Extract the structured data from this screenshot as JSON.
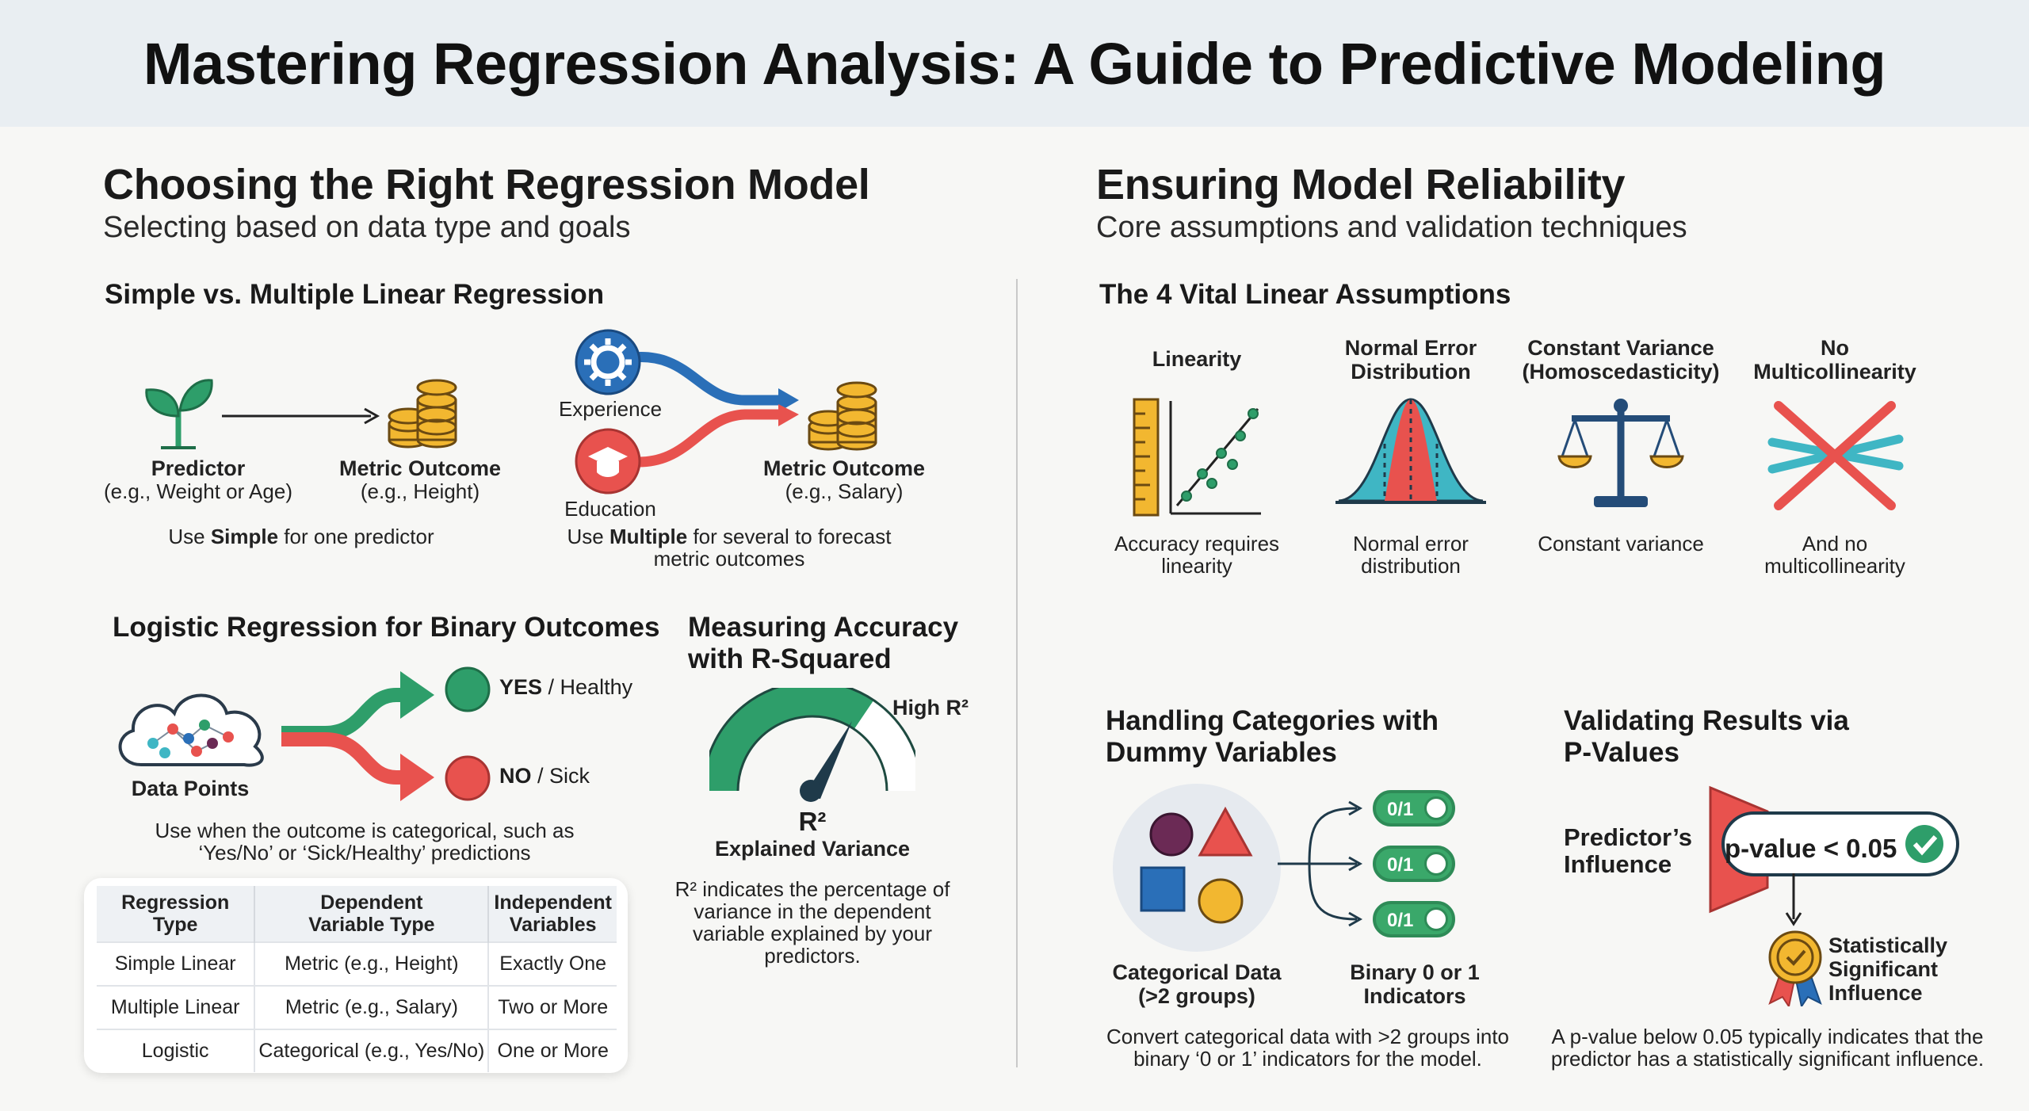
{
  "title": "Mastering Regression Analysis: A Guide to Predictive Modeling",
  "left": {
    "heading": "Choosing the Right Regression Model",
    "subheading": "Selecting based on data type and goals",
    "simple_multiple": {
      "heading": "Simple vs. Multiple Linear Regression",
      "predictor_label": "Predictor",
      "predictor_example": "(e.g., Weight or Age)",
      "outcome_label": "Metric Outcome",
      "outcome_example": "(e.g., Height)",
      "simple_caption_pre": "Use ",
      "simple_caption_bold": "Simple",
      "simple_caption_post": " for one predictor",
      "experience_label": "Experience",
      "education_label": "Education",
      "outcome2_label": "Metric Outcome",
      "outcome2_example": "(e.g., Salary)",
      "multiple_caption_pre": "Use ",
      "multiple_caption_bold": "Multiple",
      "multiple_caption_post": " for several to forecast",
      "multiple_caption_line2": "metric outcomes"
    },
    "logistic": {
      "heading": "Logistic Regression for Binary Outcomes",
      "data_points_label": "Data Points",
      "yes_bold": "YES",
      "yes_rest": " / Healthy",
      "no_bold": "NO",
      "no_rest": " / Sick",
      "caption_line1": "Use when the outcome is categorical, such as",
      "caption_line2": "‘Yes/No’ or ‘Sick/Healthy’ predictions"
    },
    "r_squared": {
      "heading_line1": "Measuring Accuracy",
      "heading_line2": "with R-Squared",
      "high_label": "High R²",
      "symbol": "R²",
      "explained_label": "Explained Variance",
      "caption_line1": "R² indicates the percentage of",
      "caption_line2": "variance in the dependent",
      "caption_line3": "variable explained by your",
      "caption_line4": "predictors."
    },
    "table": {
      "headers": [
        [
          "Regression",
          "Type"
        ],
        [
          "Dependent",
          "Variable Type"
        ],
        [
          "Independent",
          "Variables"
        ]
      ],
      "rows": [
        [
          "Simple Linear",
          "Metric (e.g., Height)",
          "Exactly One"
        ],
        [
          "Multiple Linear",
          "Metric (e.g., Salary)",
          "Two or More"
        ],
        [
          "Logistic",
          "Categorical (e.g., Yes/No)",
          "One or More"
        ]
      ]
    }
  },
  "right": {
    "heading": "Ensuring Model Reliability",
    "subheading": "Core assumptions and validation techniques",
    "assumptions": {
      "heading": "The 4 Vital Linear Assumptions",
      "items": [
        {
          "title_line1": "Linearity",
          "title_line2": "",
          "caption_line1": "Accuracy requires",
          "caption_line2": "linearity"
        },
        {
          "title_line1": "Normal Error",
          "title_line2": "Distribution",
          "caption_line1": "Normal error",
          "caption_line2": "distribution"
        },
        {
          "title_line1": "Constant Variance",
          "title_line2": "(Homoscedasticity)",
          "caption_line1": "Constant variance",
          "caption_line2": ""
        },
        {
          "title_line1": "No",
          "title_line2": "Multicollinearity",
          "caption_line1": "And no",
          "caption_line2": "multicollinearity"
        }
      ]
    },
    "dummy": {
      "heading_line1": "Handling Categories with",
      "heading_line2": "Dummy Variables",
      "toggle_label": "0/1",
      "categorical_line1": "Categorical Data",
      "categorical_line2": "(>2 groups)",
      "binary_line1": "Binary 0 or 1",
      "binary_line2": "Indicators",
      "caption_line1": "Convert categorical data with >2 groups into",
      "caption_line2": "binary ‘0 or 1’ indicators for the model."
    },
    "pvalue": {
      "heading_line1": "Validating Results via",
      "heading_line2": "P-Values",
      "influence_line1": "Predictor’s",
      "influence_line2": "Influence",
      "threshold": "p-value < 0.05",
      "sig_line1": "Statistically",
      "sig_line2": "Significant",
      "sig_line3": "Influence",
      "caption_line1": "A p-value below 0.05 typically indicates that the",
      "caption_line2": "predictor has a statistically significant influence."
    }
  },
  "colors": {
    "green": "#2e9e6a",
    "red": "#e8524e",
    "blue": "#2a6fb8",
    "gold": "#f2b730",
    "teal": "#3fb6c4",
    "navy": "#244c78",
    "purple": "#6b2a55"
  }
}
